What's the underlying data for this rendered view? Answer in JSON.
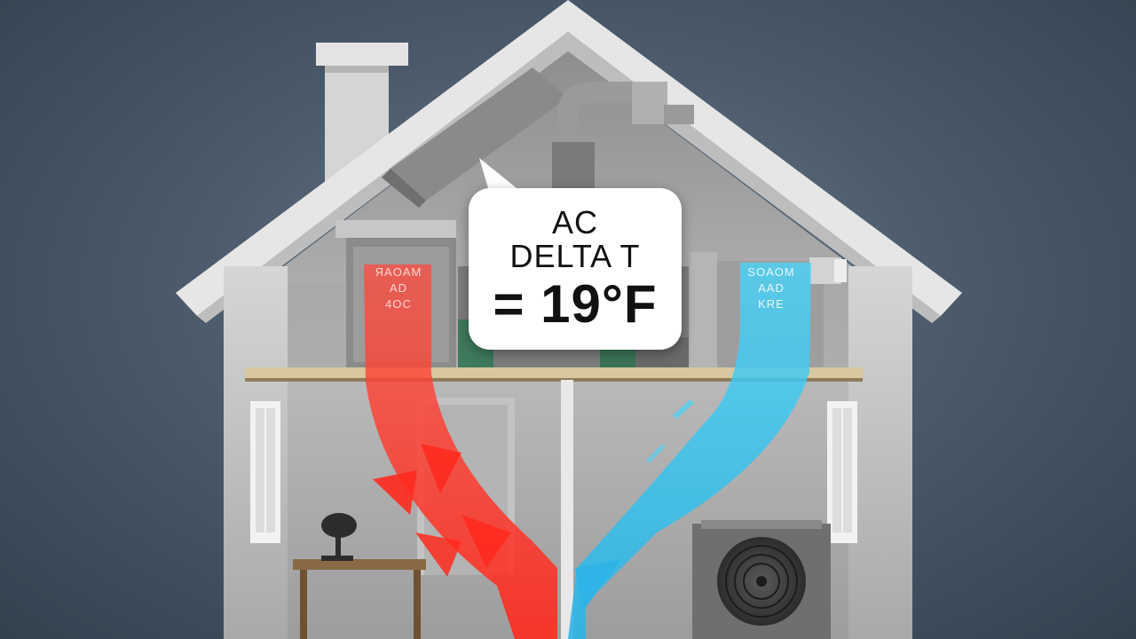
{
  "callout": {
    "line1": "AC",
    "line2": "DELTA T",
    "line3": "= 19°F"
  },
  "return_air_sign": {
    "lines": [
      "ЯAOAM",
      "AD",
      "4OC"
    ]
  },
  "supply_air_sign": {
    "lines": [
      "SOAOM",
      "AAD",
      "KRE"
    ]
  },
  "colors": {
    "hot_air": "#ff3b2f",
    "cold_air": "#35c8f0",
    "background": "#4c5c6c",
    "house_wall": "#c9c9c9"
  }
}
